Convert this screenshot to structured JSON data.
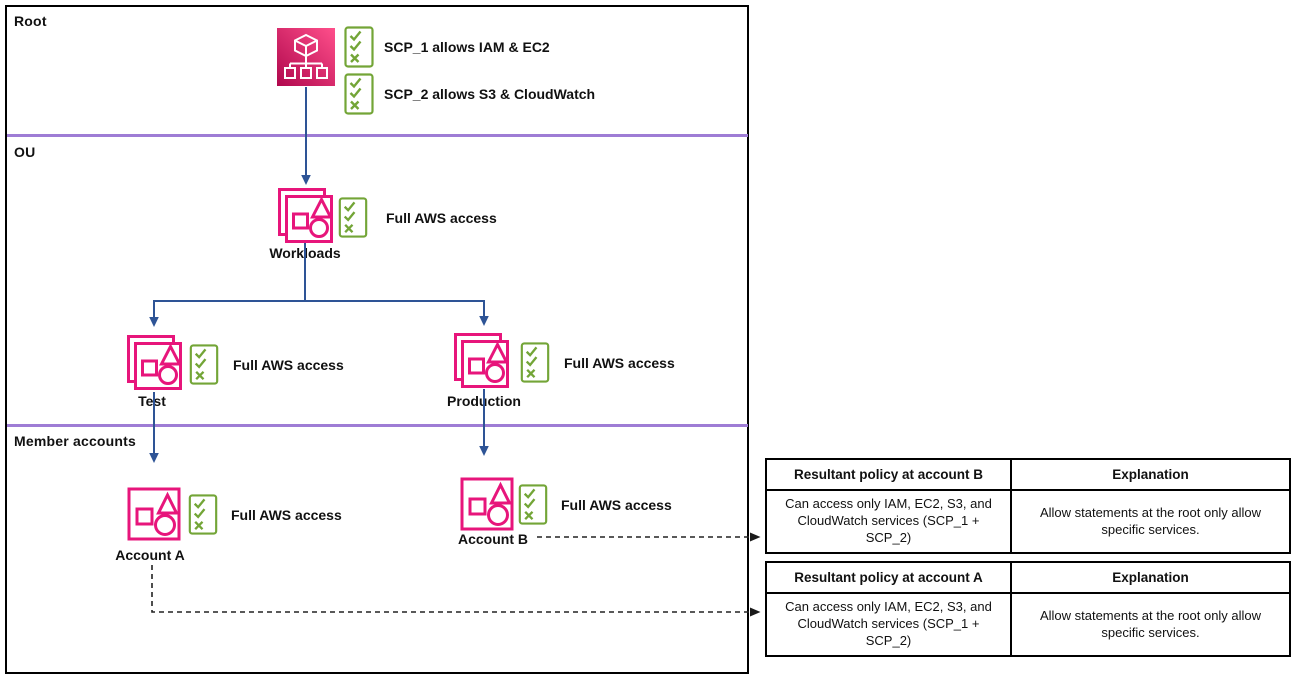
{
  "diagram": {
    "sections": {
      "root": "Root",
      "ou": "OU",
      "member": "Member accounts"
    },
    "root_node": {
      "icon": "aws-organizations-icon",
      "policies": [
        {
          "icon": "scp-checklist-icon",
          "label": "SCP_1 allows IAM & EC2"
        },
        {
          "icon": "scp-checklist-icon",
          "label": "SCP_2 allows S3 & CloudWatch"
        }
      ]
    },
    "ous": [
      {
        "name": "Workloads",
        "icon": "organizational-unit-icon",
        "policy_icon": "scp-checklist-icon",
        "policy": "Full AWS access"
      },
      {
        "name": "Test",
        "icon": "organizational-unit-icon",
        "policy_icon": "scp-checklist-icon",
        "policy": "Full AWS access"
      },
      {
        "name": "Production",
        "icon": "organizational-unit-icon",
        "policy_icon": "scp-checklist-icon",
        "policy": "Full AWS access"
      }
    ],
    "accounts": [
      {
        "name": "Account A",
        "icon": "member-account-icon",
        "policy_icon": "scp-checklist-icon",
        "policy": "Full AWS access"
      },
      {
        "name": "Account B",
        "icon": "member-account-icon",
        "policy_icon": "scp-checklist-icon",
        "policy": "Full AWS access"
      }
    ]
  },
  "tables": [
    {
      "headers": [
        "Resultant policy at account B",
        "Explanation"
      ],
      "rows": [
        [
          "Can access only IAM, EC2, S3, and CloudWatch services (SCP_1 + SCP_2)",
          "Allow statements at the root only allow specific services."
        ]
      ]
    },
    {
      "headers": [
        "Resultant policy at account A",
        "Explanation"
      ],
      "rows": [
        [
          "Can access only IAM, EC2, S3, and CloudWatch services (SCP_1 + SCP_2)",
          "Allow statements at the root only allow specific services."
        ]
      ]
    }
  ],
  "colors": {
    "aws_pink": "#E7157B",
    "pink_gradient_start": "#B0084D",
    "pink_gradient_end": "#FF4F8B",
    "policy_green": "#73A537",
    "arrow_blue": "#2E5496",
    "divider_purple": "#9E7CD5",
    "border_black": "#000000"
  }
}
